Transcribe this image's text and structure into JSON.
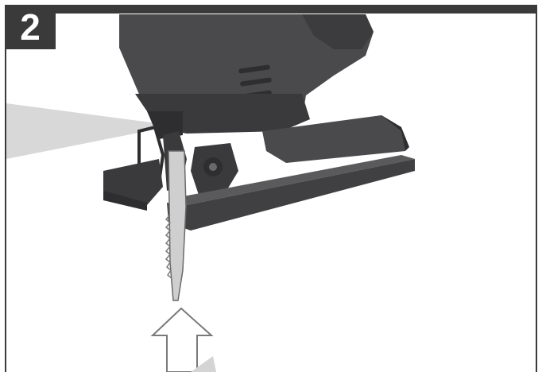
{
  "step": {
    "number": "2"
  },
  "colors": {
    "frame": "#3a3a3a",
    "tool_body": "#4a4a4c",
    "tool_dark": "#2e2e30",
    "tool_light": "#6a6a6c",
    "callout": "#d4d4d4",
    "arrow_stroke": "#7a7a7a",
    "blade": "#cfcfcf"
  },
  "icons": {
    "jigsaw": "jigsaw-illustration",
    "arrow": "arrow-up-icon",
    "callout": "callout-wedge"
  }
}
